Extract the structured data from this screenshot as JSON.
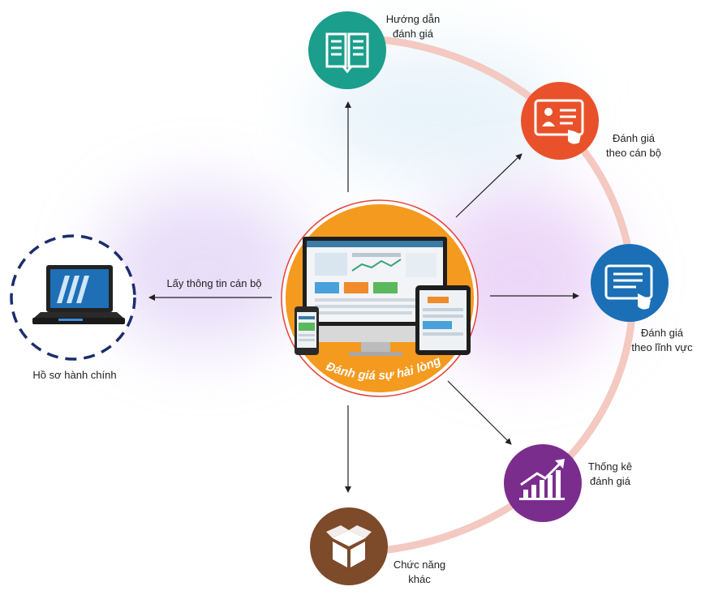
{
  "center": {
    "banner": "Đánh giá sự hài lòng"
  },
  "left_node": {
    "label": "Hồ sơ hành chính",
    "arrow_label": "Lấy thông tin cán bộ"
  },
  "nodes": [
    {
      "id": "huong-dan",
      "line1": "Hướng dẫn",
      "line2": "đánh giá",
      "color": "#1b9e8c",
      "icon": "book-icon"
    },
    {
      "id": "theo-can-bo",
      "line1": "Đánh giá",
      "line2": "theo cán bộ",
      "color": "#e9512a",
      "icon": "profile-tablet-icon"
    },
    {
      "id": "theo-linh-vuc",
      "line1": "Đánh giá",
      "line2": "theo lĩnh vực",
      "color": "#1a6fb6",
      "icon": "tablet-touch-icon"
    },
    {
      "id": "thong-ke",
      "line1": "Thống kê",
      "line2": "đánh giá",
      "color": "#7b2d8e",
      "icon": "chart-up-icon"
    },
    {
      "id": "chuc-nang-khac",
      "line1": "Chức năng",
      "line2": "khác",
      "color": "#7d4a2a",
      "icon": "box-icon"
    }
  ],
  "colors": {
    "ring": "#f3c9c1",
    "center_fill": "#f49a1f",
    "center_outline": "#e5433a",
    "dashed": "#1c2d6b",
    "arrow": "#222222"
  }
}
